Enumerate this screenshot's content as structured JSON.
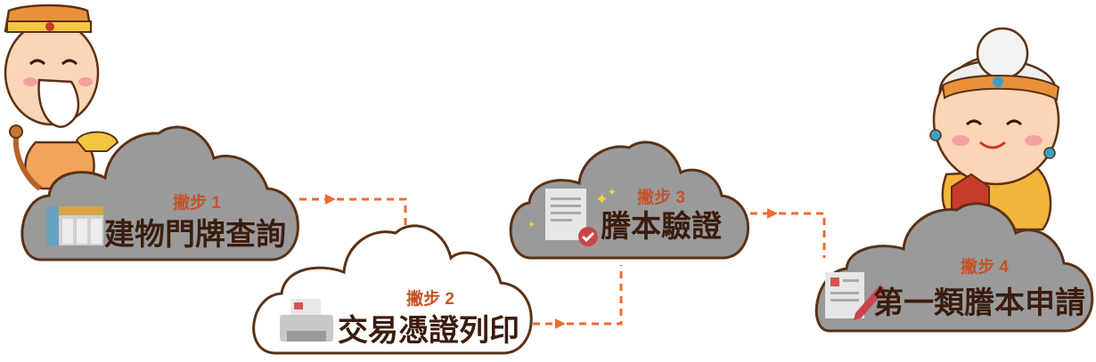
{
  "steps": [
    {
      "step_label": "撇步 1",
      "title": "建物門牌查詢",
      "cloud_color": "#9a9a9a",
      "icon": "table-icon"
    },
    {
      "step_label": "撇步 2",
      "title": "交易憑證列印",
      "cloud_color": "#ffffff",
      "icon": "printer-icon"
    },
    {
      "step_label": "撇步 3",
      "title": "謄本驗證",
      "cloud_color": "#9a9a9a",
      "icon": "document-check-icon"
    },
    {
      "step_label": "撇步 4",
      "title": "第一類謄本申請",
      "cloud_color": "#9a9a9a",
      "icon": "document-edit-icon"
    }
  ],
  "colors": {
    "accent": "#f06a30",
    "outline": "#5b3216",
    "step_text": "#c4532a"
  }
}
